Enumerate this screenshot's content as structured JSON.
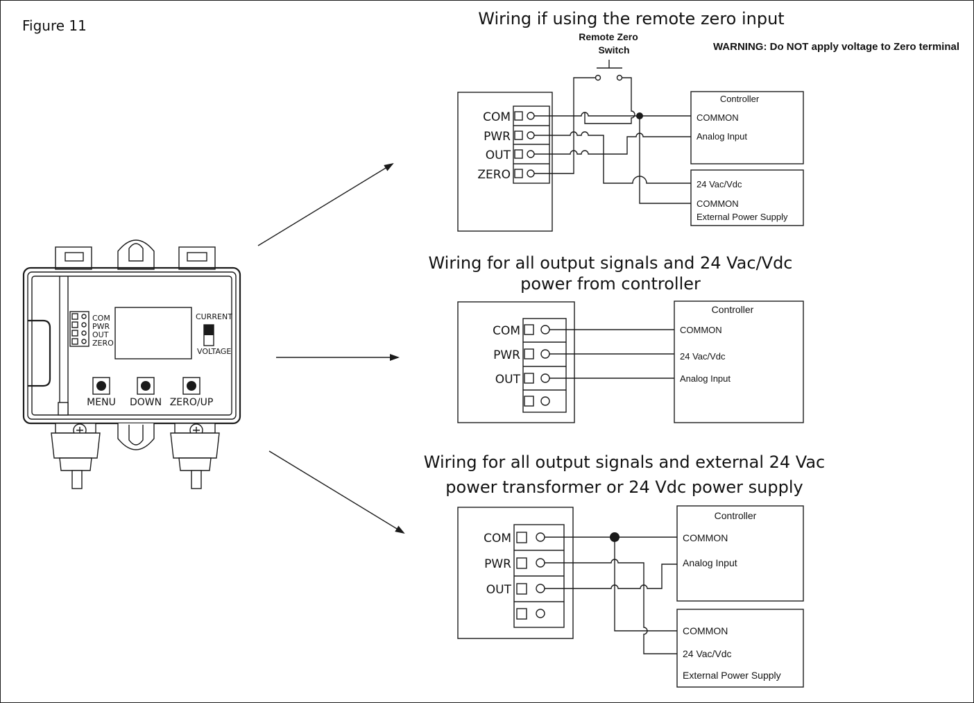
{
  "figure_label": "Figure 11",
  "device": {
    "terminals": [
      "COM",
      "PWR",
      "OUT",
      "ZERO"
    ],
    "switch_top": "CURRENT",
    "switch_bottom": "VOLTAGE",
    "buttons": [
      "MENU",
      "DOWN",
      "ZERO/UP"
    ]
  },
  "panel1": {
    "title": "Wiring if using the remote zero input",
    "switch_label_line1": "Remote Zero",
    "switch_label_line2": "Switch",
    "warning": "WARNING: Do NOT apply voltage to Zero terminal",
    "terminals": [
      "COM",
      "PWR",
      "OUT",
      "ZERO"
    ],
    "controller_title": "Controller",
    "controller_items": [
      "COMMON",
      "Analog Input"
    ],
    "supply_items": [
      "24 Vac/Vdc",
      "COMMON"
    ],
    "supply_title": "External Power Supply"
  },
  "panel2": {
    "title_line1": "Wiring for all output signals and 24 Vac/Vdc",
    "title_line2": "power from controller",
    "terminals": [
      "COM",
      "PWR",
      "OUT"
    ],
    "controller_title": "Controller",
    "controller_items": [
      "COMMON",
      "24 Vac/Vdc",
      "Analog Input"
    ]
  },
  "panel3": {
    "title_line1": "Wiring for all output signals and external 24 Vac",
    "title_line2": "power transformer or 24 Vdc power supply",
    "terminals": [
      "COM",
      "PWR",
      "OUT"
    ],
    "controller_title": "Controller",
    "controller_items": [
      "COMMON",
      "Analog Input"
    ],
    "supply_items": [
      "COMMON",
      "24 Vac/Vdc"
    ],
    "supply_title": "External Power Supply"
  }
}
